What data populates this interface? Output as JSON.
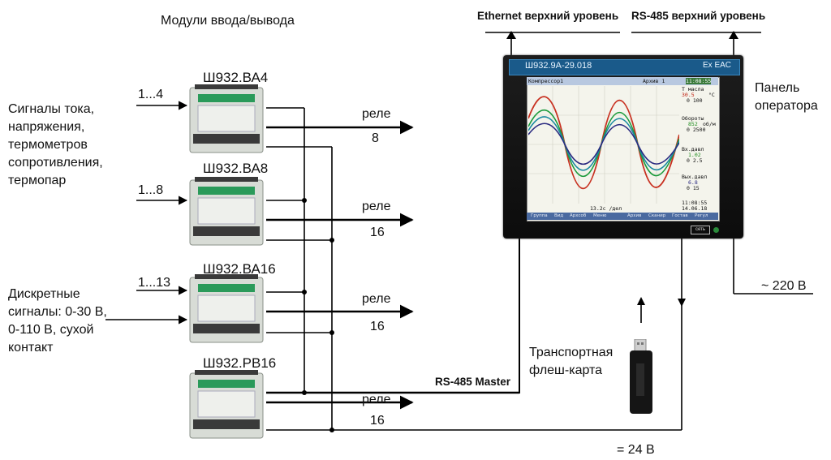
{
  "header": {
    "io_modules_title": "Модули ввода/вывода"
  },
  "inputs": {
    "analog_signals": [
      "Сигналы тока,",
      "напряжения,",
      "термометров",
      "сопротивления,",
      "термопар"
    ],
    "discrete_signals": [
      "Дискретные",
      "сигналы: 0-30 В,",
      "0-110 В, сухой",
      "контакт"
    ]
  },
  "modules": [
    {
      "name": "Ш932.ВА4",
      "input_count": "1...4",
      "relay_label": "реле",
      "relay_count": "8"
    },
    {
      "name": "Ш932.ВА8",
      "input_count": "1...8",
      "relay_label": "реле",
      "relay_count": "16"
    },
    {
      "name": "Ш932.ВА16",
      "input_count": "1...13",
      "relay_label": "реле",
      "relay_count": "16"
    },
    {
      "name": "Ш932.РВ16",
      "relay_label": "реле",
      "relay_count": "16"
    }
  ],
  "buses": {
    "ethernet": "Ethernet верхний уровень",
    "rs485_upper": "RS-485 верхний уровень",
    "rs485_master": "RS-485 Master"
  },
  "power": {
    "ac": "~ 220 В",
    "dc": "= 24 В"
  },
  "panel": {
    "label": [
      "Панель",
      "оператора"
    ],
    "title": "Ш932.9А-29.018",
    "mark": "Ex EAC",
    "screen": {
      "header_left": "Компрессор1",
      "header_mid": "Архив 1",
      "clock": "11:08:55",
      "oil_temp_label": "Т масла",
      "oil_temp_value": "30.5",
      "oil_temp_unit": "°C",
      "oil_temp_range": "0 100",
      "rpm_label": "Обороты",
      "rpm_value": "852",
      "rpm_unit": "об/м",
      "rpm_range": "0 2500",
      "in_press_label": "Вх.давл",
      "in_press_value": "1.02",
      "in_press_range": "0 2.5",
      "out_press_label": "Вых.давл",
      "out_press_value": "6.8",
      "out_press_range": "0 15",
      "bottom_time": "11:08:55",
      "bottom_date": "14.06.18",
      "scale": "13.2с /дел",
      "buttons": [
        "Группа",
        "Вид",
        "Архсоб",
        "Меню",
        "Архив",
        "Сканир",
        "Гостав",
        "Регул"
      ]
    },
    "network_button": "сеть"
  },
  "flash_drive": {
    "label": [
      "Транспортная",
      "флеш-карта"
    ]
  },
  "colors": {
    "wire": "#000000",
    "panel_bezel": "#111111",
    "title_bar": "#1a5a8a",
    "trace_red": "#c83020",
    "trace_green": "#1a9a3a",
    "trace_teal": "#1a8aa0",
    "trace_navy": "#2a2a80"
  }
}
